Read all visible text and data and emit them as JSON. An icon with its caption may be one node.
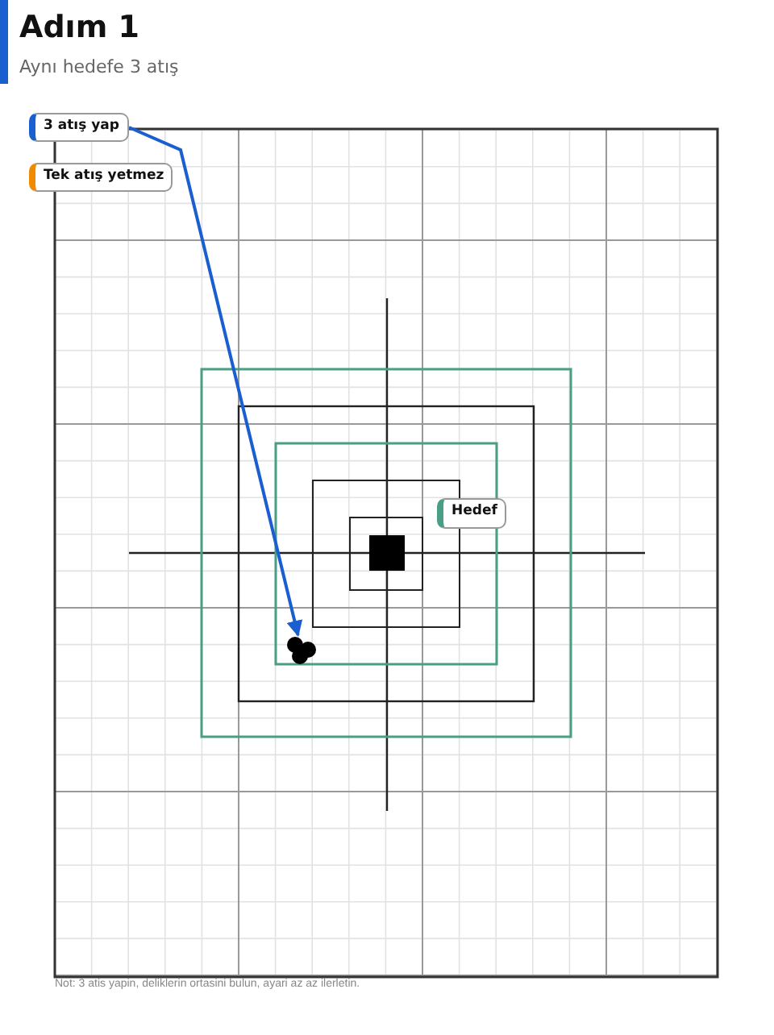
{
  "diagram": {
    "title": "Adım 1",
    "nodes": [
      {
        "text": [
          "3 atış yap"
        ]
      },
      {
        "text": [
          "Tek atış yetmez"
        ]
      },
      {
        "text": [
          "Hedef"
        ]
      },
      {
        "text": [],
        "shape": "circle"
      }
    ],
    "edges": [
      {
        "from": 0,
        "to": 3,
        "arrow": "to",
        "color": "#1a5fd0"
      }
    ],
    "labels": [
      "Aynı hedefe 3 atış",
      "Not: 3 atis yapin, deliklerin ortasini bulun, ayari az az ilerletin."
    ]
  }
}
